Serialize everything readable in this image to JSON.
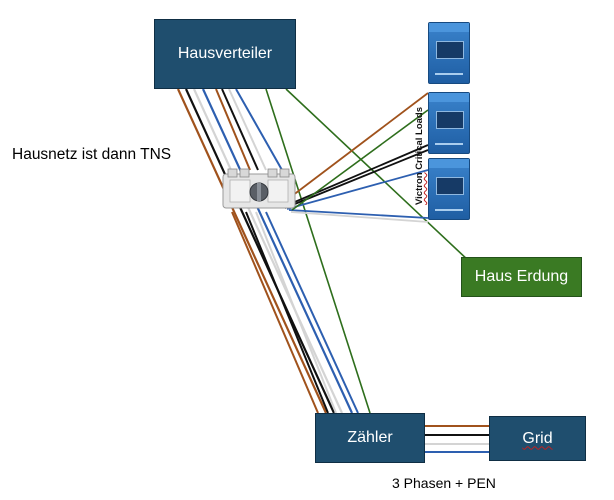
{
  "diagram": {
    "nodes": {
      "hausverteiler": "Hausverteiler",
      "haus_erdung": "Haus Erdung",
      "zaehler": "Zähler",
      "grid": "Grid"
    },
    "labels": {
      "hausnetz": "Hausnetz ist dann TNS",
      "victron_word": "Victron",
      "victron_rest": " Critical Loads",
      "phasen": "3 Phasen + PEN"
    },
    "wire_colors": {
      "brown": "#a0521c",
      "black": "#111111",
      "grey": "#d4d4d4",
      "blue": "#2d5fb0",
      "green_earth": "#2e6e1c"
    },
    "colors": {
      "node_fill": "#1f4e6e",
      "earth_fill": "#3a7a23",
      "inverter_blue": "#2a6fb8"
    },
    "icons": {
      "inverter": "victron-inverter-icon",
      "switch": "transfer-switch-icon"
    }
  }
}
